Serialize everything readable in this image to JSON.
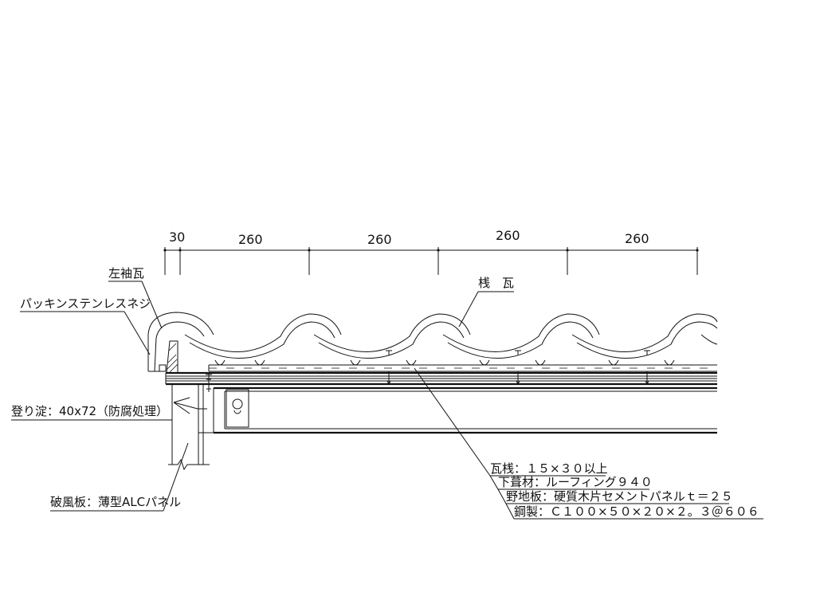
{
  "dimensions": [
    "30",
    "260",
    "260",
    "260",
    "260"
  ],
  "labels": {
    "sode_kawara": "左袖瓦",
    "packing_screw": "パッキンステンレスネジ",
    "sankawara": "桟　瓦",
    "nobori_yodo": "登り淀：40x72（防腐処理）",
    "hafu_ita": "破風板：薄型ALCパネル"
  },
  "notes": [
    "瓦桟：１５×３０以上",
    "下葺材：ルーフィング９４０",
    "野地板：硬質木片セメントパネルｔ＝２５",
    "鋼製：Ｃ１００×５０×２０×２。３＠６０６"
  ],
  "colors": {
    "line": "#111111",
    "background": "#ffffff"
  }
}
